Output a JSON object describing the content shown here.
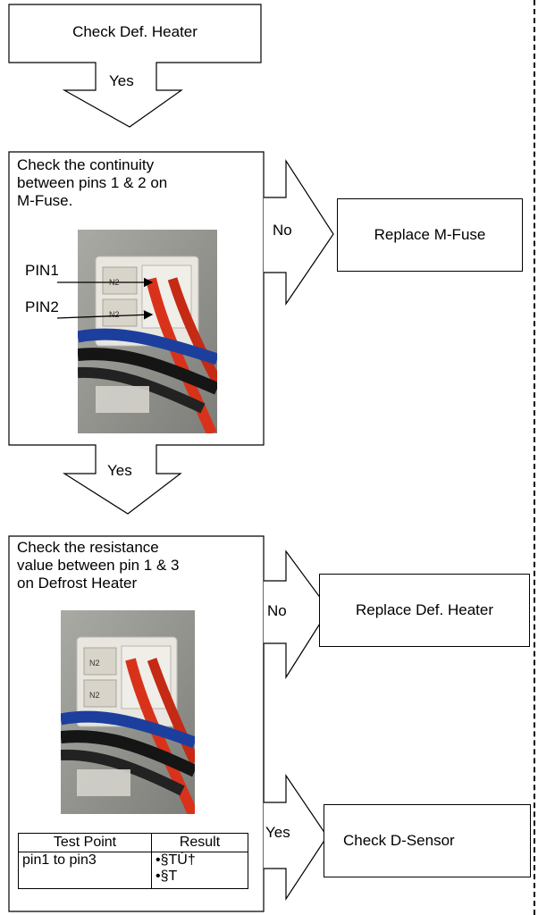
{
  "nodes": {
    "check_def_heater": "Check Def. Heater",
    "check_continuity": [
      "Check the continuity",
      "between pins 1 & 2 on",
      "M-Fuse."
    ],
    "replace_mfuse": "Replace M-Fuse",
    "check_resistance": [
      "Check the resistance",
      "value between pin 1 & 3",
      "on Defrost Heater"
    ],
    "replace_def_heater": "Replace Def. Heater",
    "check_dsensor": "Check D-Sensor"
  },
  "edges": {
    "yes1": "Yes",
    "no1": "No",
    "yes2": "Yes",
    "no2": "No",
    "yes3": "Yes"
  },
  "photo_labels": {
    "pin1": "PIN1",
    "pin2": "PIN2"
  },
  "table": {
    "headers": [
      "Test Point",
      "Result"
    ],
    "row": {
      "point": "pin1 to pin3",
      "result_lines": [
        "•§TÚ†",
        "•§T"
      ]
    }
  },
  "colors": {
    "wire_red": "#d8331a",
    "wire_blue": "#1c3f9e",
    "wire_black": "#151515",
    "connector": "#e8e6df",
    "photo_bg": "#9a9b94"
  }
}
